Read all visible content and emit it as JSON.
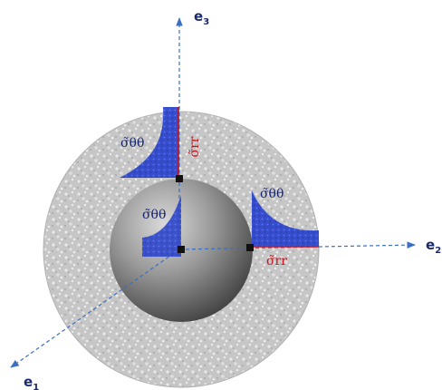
{
  "axes": {
    "e3": {
      "base": "e",
      "sub": "3"
    },
    "e2": {
      "base": "e",
      "sub": "2"
    },
    "e1": {
      "base": "e",
      "sub": "1"
    }
  },
  "labels": {
    "sigma_theta_theta": "σ̃θθ",
    "sigma_rr": "σ̃rr"
  },
  "colors": {
    "axis": "#3a6fc4",
    "stress_fill": "#2c44c8",
    "sigma_rr": "#c8141e",
    "sigma_theta": "#14216e",
    "shell": "#c4c4c4",
    "core": "#7a7a7a"
  }
}
